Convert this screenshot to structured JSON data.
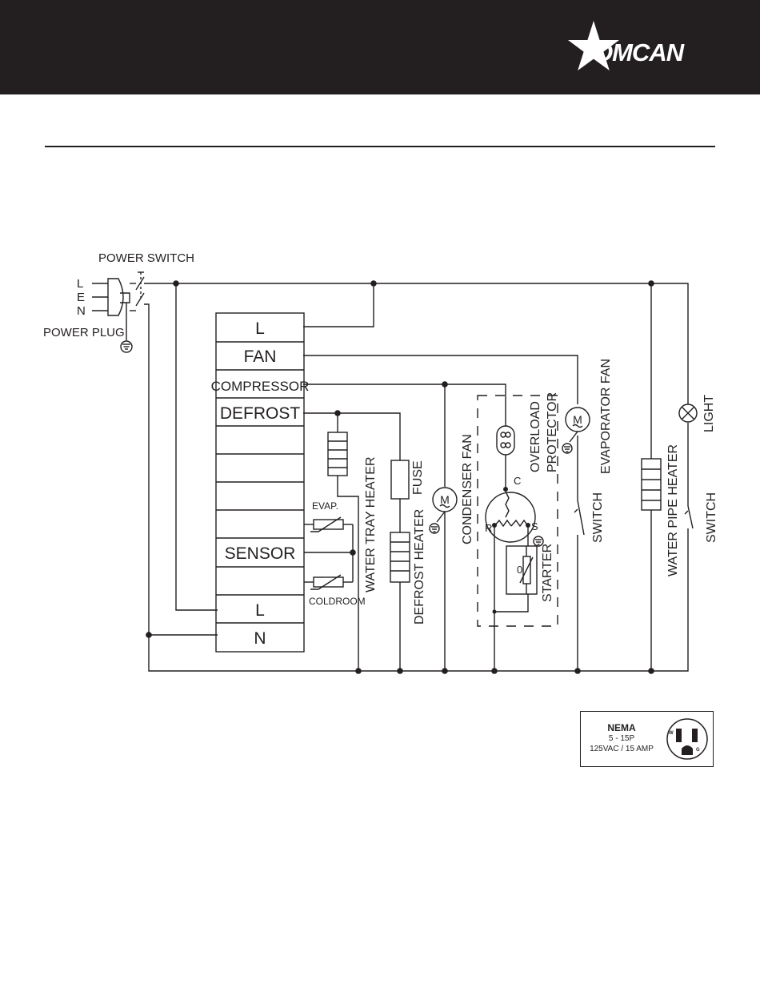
{
  "brand": {
    "logo_text": "OMCAN"
  },
  "diagram": {
    "power_switch": "POWER SWITCH",
    "power_plug": "POWER PLUG",
    "plug_terminals": [
      "L",
      "E",
      "N"
    ],
    "controller_terminals": [
      "L",
      "FAN",
      "COMPRESSOR",
      "DEFROST",
      "",
      "",
      "",
      "",
      "",
      "SENSOR",
      "",
      "L",
      "N"
    ],
    "sensor_evap": "EVAP.",
    "sensor_coldroom": "COLDROOM",
    "water_tray_heater": "WATER TRAY HEATER",
    "fuse": "FUSE",
    "defrost_heater": "DEFROST HEATER",
    "condenser_fan": "CONDENSER FAN",
    "motor_symbol": "M",
    "overload_protector_line1": "OVERLOAD",
    "overload_protector_line2": "PROTECTOR",
    "compressor_c": "C",
    "compressor_r": "R",
    "compressor_s": "S",
    "starter": "STARTER",
    "starter_mark": "0",
    "evaporator_fan": "EVAPORATOR FAN",
    "switch_label": "SWITCH",
    "water_pipe_heater": "WATER PIPE HEATER",
    "light": "LIGHT",
    "switch_label_2": "SWITCH"
  },
  "nema": {
    "title": "NEMA",
    "type": "5 - 15P",
    "rating": "125VAC / 15 AMP",
    "pin_w": "W",
    "pin_g": "G"
  },
  "colors": {
    "header_bg": "#231f20",
    "ink": "#231f20",
    "page_bg": "#ffffff"
  }
}
